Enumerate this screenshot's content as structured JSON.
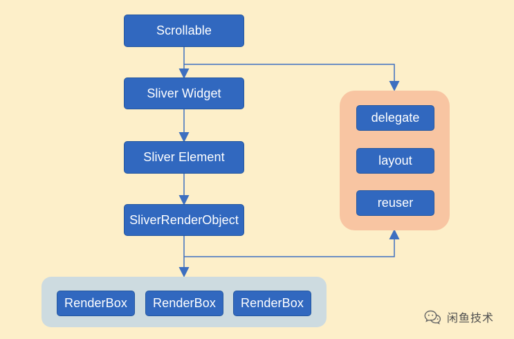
{
  "diagram": {
    "nodes": {
      "scrollable": "Scrollable",
      "sliver_widget": "Sliver Widget",
      "sliver_element": "Sliver Element",
      "sliver_render_object": "SliverRenderObject",
      "delegate": "delegate",
      "layout": "layout",
      "reuser": "reuser",
      "render_boxes": [
        "RenderBox",
        "RenderBox",
        "RenderBox"
      ]
    },
    "colors": {
      "background": "#fdefc9",
      "node_fill": "#3168bf",
      "right_panel": "#f8c5a2",
      "bottom_panel": "#cddbe0",
      "connector": "#3d6fc0"
    }
  },
  "watermark": {
    "text": "闲鱼技术",
    "icon": "wechat-icon"
  }
}
